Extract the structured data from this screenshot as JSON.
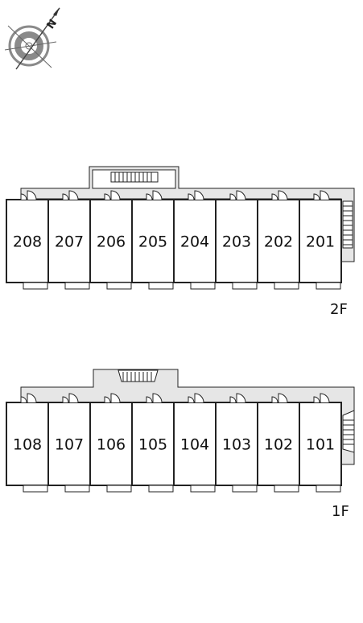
{
  "compass": {
    "north_label": "N",
    "icon": "compass-icon"
  },
  "floors": [
    {
      "id": "2f",
      "label": "2F",
      "rooms": [
        "208",
        "207",
        "206",
        "205",
        "204",
        "203",
        "202",
        "201"
      ]
    },
    {
      "id": "1f",
      "label": "1F",
      "rooms": [
        "108",
        "107",
        "106",
        "105",
        "104",
        "103",
        "102",
        "101"
      ]
    }
  ],
  "colors": {
    "corridor": "#e6e6e6",
    "line": "#222222"
  }
}
